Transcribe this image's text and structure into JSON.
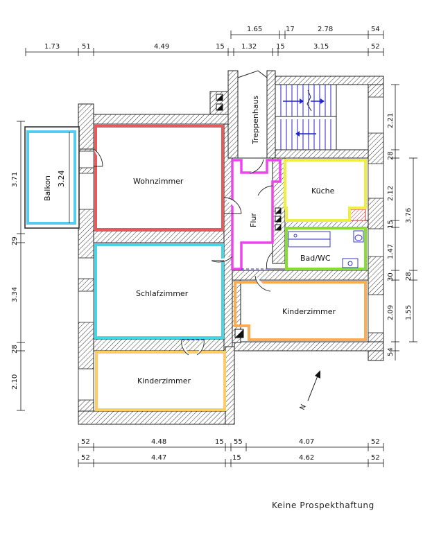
{
  "rooms": {
    "balkon": "Balkon",
    "balkon_dim": "3.24",
    "wohnzimmer": "Wohnzimmer",
    "schlafzimmer": "Schlafzimmer",
    "kinderzimmer_left": "Kinderzimmer",
    "kinderzimmer_right": "Kinderzimmer",
    "kueche": "Küche",
    "bad": "Bad/WC",
    "flur": "Flur",
    "treppenhaus": "Treppenhaus"
  },
  "dims": {
    "top_row1": [
      "1.65",
      "17",
      "2.78",
      "54"
    ],
    "top_row2": [
      "1.73",
      "51",
      "4.49",
      "15",
      "1.32",
      "15",
      "3.15",
      "52"
    ],
    "left": [
      "3.71",
      "29",
      "3.34",
      "28",
      "2.10"
    ],
    "right_inner": [
      "2.21",
      "28",
      "2.12",
      "15",
      "1.47",
      "30",
      "2.09",
      "54"
    ],
    "right_outer": [
      "3.76",
      "28",
      "1.55"
    ],
    "bottom_row1": [
      "52",
      "4.48",
      "15",
      "55",
      "4.07",
      "52"
    ],
    "bottom_row2": [
      "52",
      "4.47",
      "15",
      "4.62",
      "52"
    ]
  },
  "north": "N",
  "note": "Keine Prospekthaftung",
  "colors": {
    "balkon": "#55ccee",
    "wohnzimmer": "#e85a5a",
    "schlafzimmer": "#44d6e6",
    "kinderzimmer_left": "#ffcc66",
    "kinderzimmer_right": "#ffaa55",
    "kueche": "#eeee44",
    "bad": "#88dd33",
    "flur": "#ee44ee",
    "stairs": "#2222cc"
  }
}
